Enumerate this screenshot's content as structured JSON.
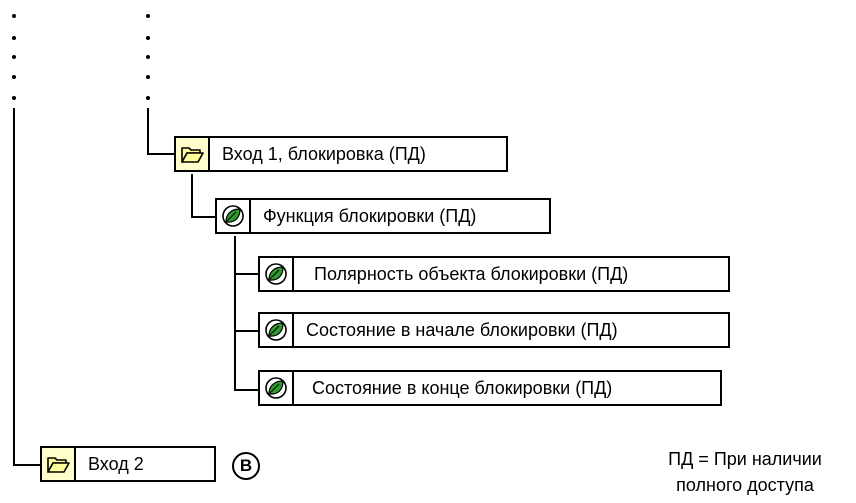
{
  "tree": {
    "input1": {
      "label": "Вход 1, блокировка (ПД)",
      "icon": "folder-icon"
    },
    "lock_function": {
      "label": "Функция блокировки (ПД)",
      "icon": "green-leaf-icon"
    },
    "children": [
      {
        "label": "Полярность объекта блокировки (ПД)",
        "icon": "green-leaf-icon"
      },
      {
        "label": "Состояние в начале блокировки  (ПД)",
        "icon": "green-leaf-icon"
      },
      {
        "label": "Состояние в конце блокировки  (ПД)",
        "icon": "green-leaf-icon"
      }
    ],
    "input2": {
      "label": "Вход 2",
      "icon": "folder-icon"
    }
  },
  "badge": {
    "text": "B"
  },
  "legend": {
    "line1": "ПД = При наличии",
    "line2": "полного доступа"
  },
  "colors": {
    "folder_fill": "#ffffcc",
    "folder_stroke": "#000000",
    "leaf_green": "#2e9a2e"
  }
}
